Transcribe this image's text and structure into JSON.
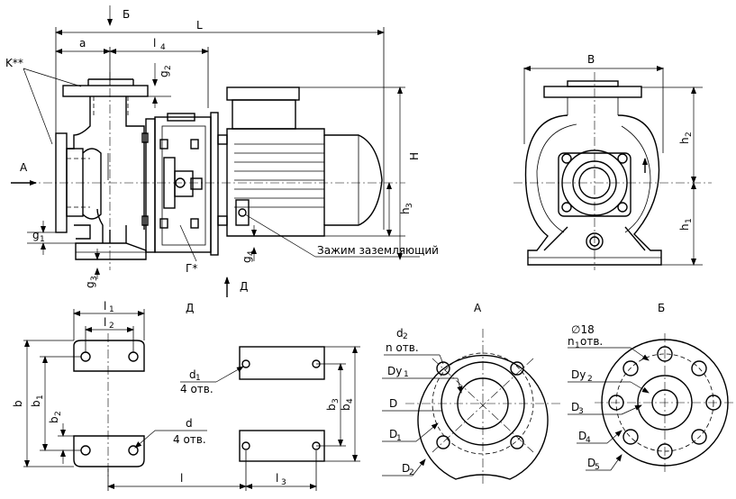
{
  "views": {
    "main": {
      "L": "L",
      "a": "a",
      "l4": "l",
      "l4_sub": "4",
      "g2": "g",
      "g2_sub": "2",
      "H": "H",
      "h3": "h",
      "h3_sub": "3",
      "g1": "g",
      "g1_sub": "1",
      "g3": "g",
      "g3_sub": "3",
      "g4": "g",
      "g4_sub": "4",
      "K": "K**",
      "G": "Г*",
      "arrow_A": "А",
      "arrow_B": "Б",
      "arrow_D": "Д",
      "ground_label": "Зажим заземляющий"
    },
    "side": {
      "B": "B",
      "h2": "h",
      "h2_sub": "2",
      "h1": "h",
      "h1_sub": "1"
    },
    "base": {
      "title": "Д",
      "l1": "l",
      "l1_sub": "1",
      "l2": "l",
      "l2_sub": "2",
      "l": "l",
      "l3": "l",
      "l3_sub": "3",
      "b": "b",
      "b1": "b",
      "b1_sub": "1",
      "b2": "b",
      "b2_sub": "2",
      "b3": "b",
      "b3_sub": "3",
      "b4": "b",
      "b4_sub": "4",
      "d1": "d",
      "d1_sub": "1",
      "d1_holes": "4 отв.",
      "d": "d",
      "d_holes": "4 отв."
    },
    "flangeA": {
      "title": "А",
      "d2": "d",
      "d2_sub": "2",
      "n_holes": "n отв.",
      "Dy1": "Dy",
      "Dy1_sub": "1",
      "D": "D",
      "D1": "D",
      "D1_sub": "1",
      "D2": "D",
      "D2_sub": "2"
    },
    "flangeB": {
      "title": "Б",
      "phi18": "∅18",
      "n1_holes": "n",
      "n1_sub": "1",
      "n1_tail": " отв.",
      "Dy2": "Dy",
      "Dy2_sub": "2",
      "D3": "D",
      "D3_sub": "3",
      "D4": "D",
      "D4_sub": "4",
      "D5": "D",
      "D5_sub": "5"
    }
  }
}
